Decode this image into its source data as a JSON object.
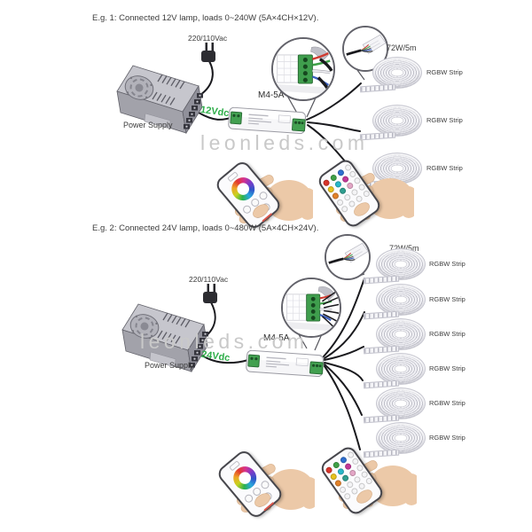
{
  "watermark": "leonleds.com",
  "colors": {
    "dc_label": "#2fae4a",
    "watermark": "#c9c9c9",
    "terminal_green": "#3f9e4d",
    "wire_black": "#1a1a1e"
  },
  "sections": [
    {
      "heading": "E.g. 1: Connected 12V lamp, loads 0~240W (5A×4CH×12V).",
      "ac_label": "220/110Vac",
      "psu_label": "Power Supply",
      "dc_label": "12Vdc",
      "controller_label": "M4-5A",
      "strip_power_label": "72W/5m",
      "strip_labels": [
        "RGBW Strip",
        "RGBW Strip",
        "RGBW Strip"
      ]
    },
    {
      "heading": "E.g. 2: Connected 24V lamp, loads 0~480W (5A×4CH×24V).",
      "ac_label": "220/110Vac",
      "psu_label": "Power Supply",
      "dc_label": "24Vdc",
      "controller_label": "M4-5A",
      "strip_power_label": "72W/5m",
      "strip_labels": [
        "RGBW Strip",
        "RGBW Strip",
        "RGBW Strip",
        "RGBW Strip",
        "RGBW Strip",
        "RGBW Strip"
      ]
    }
  ]
}
